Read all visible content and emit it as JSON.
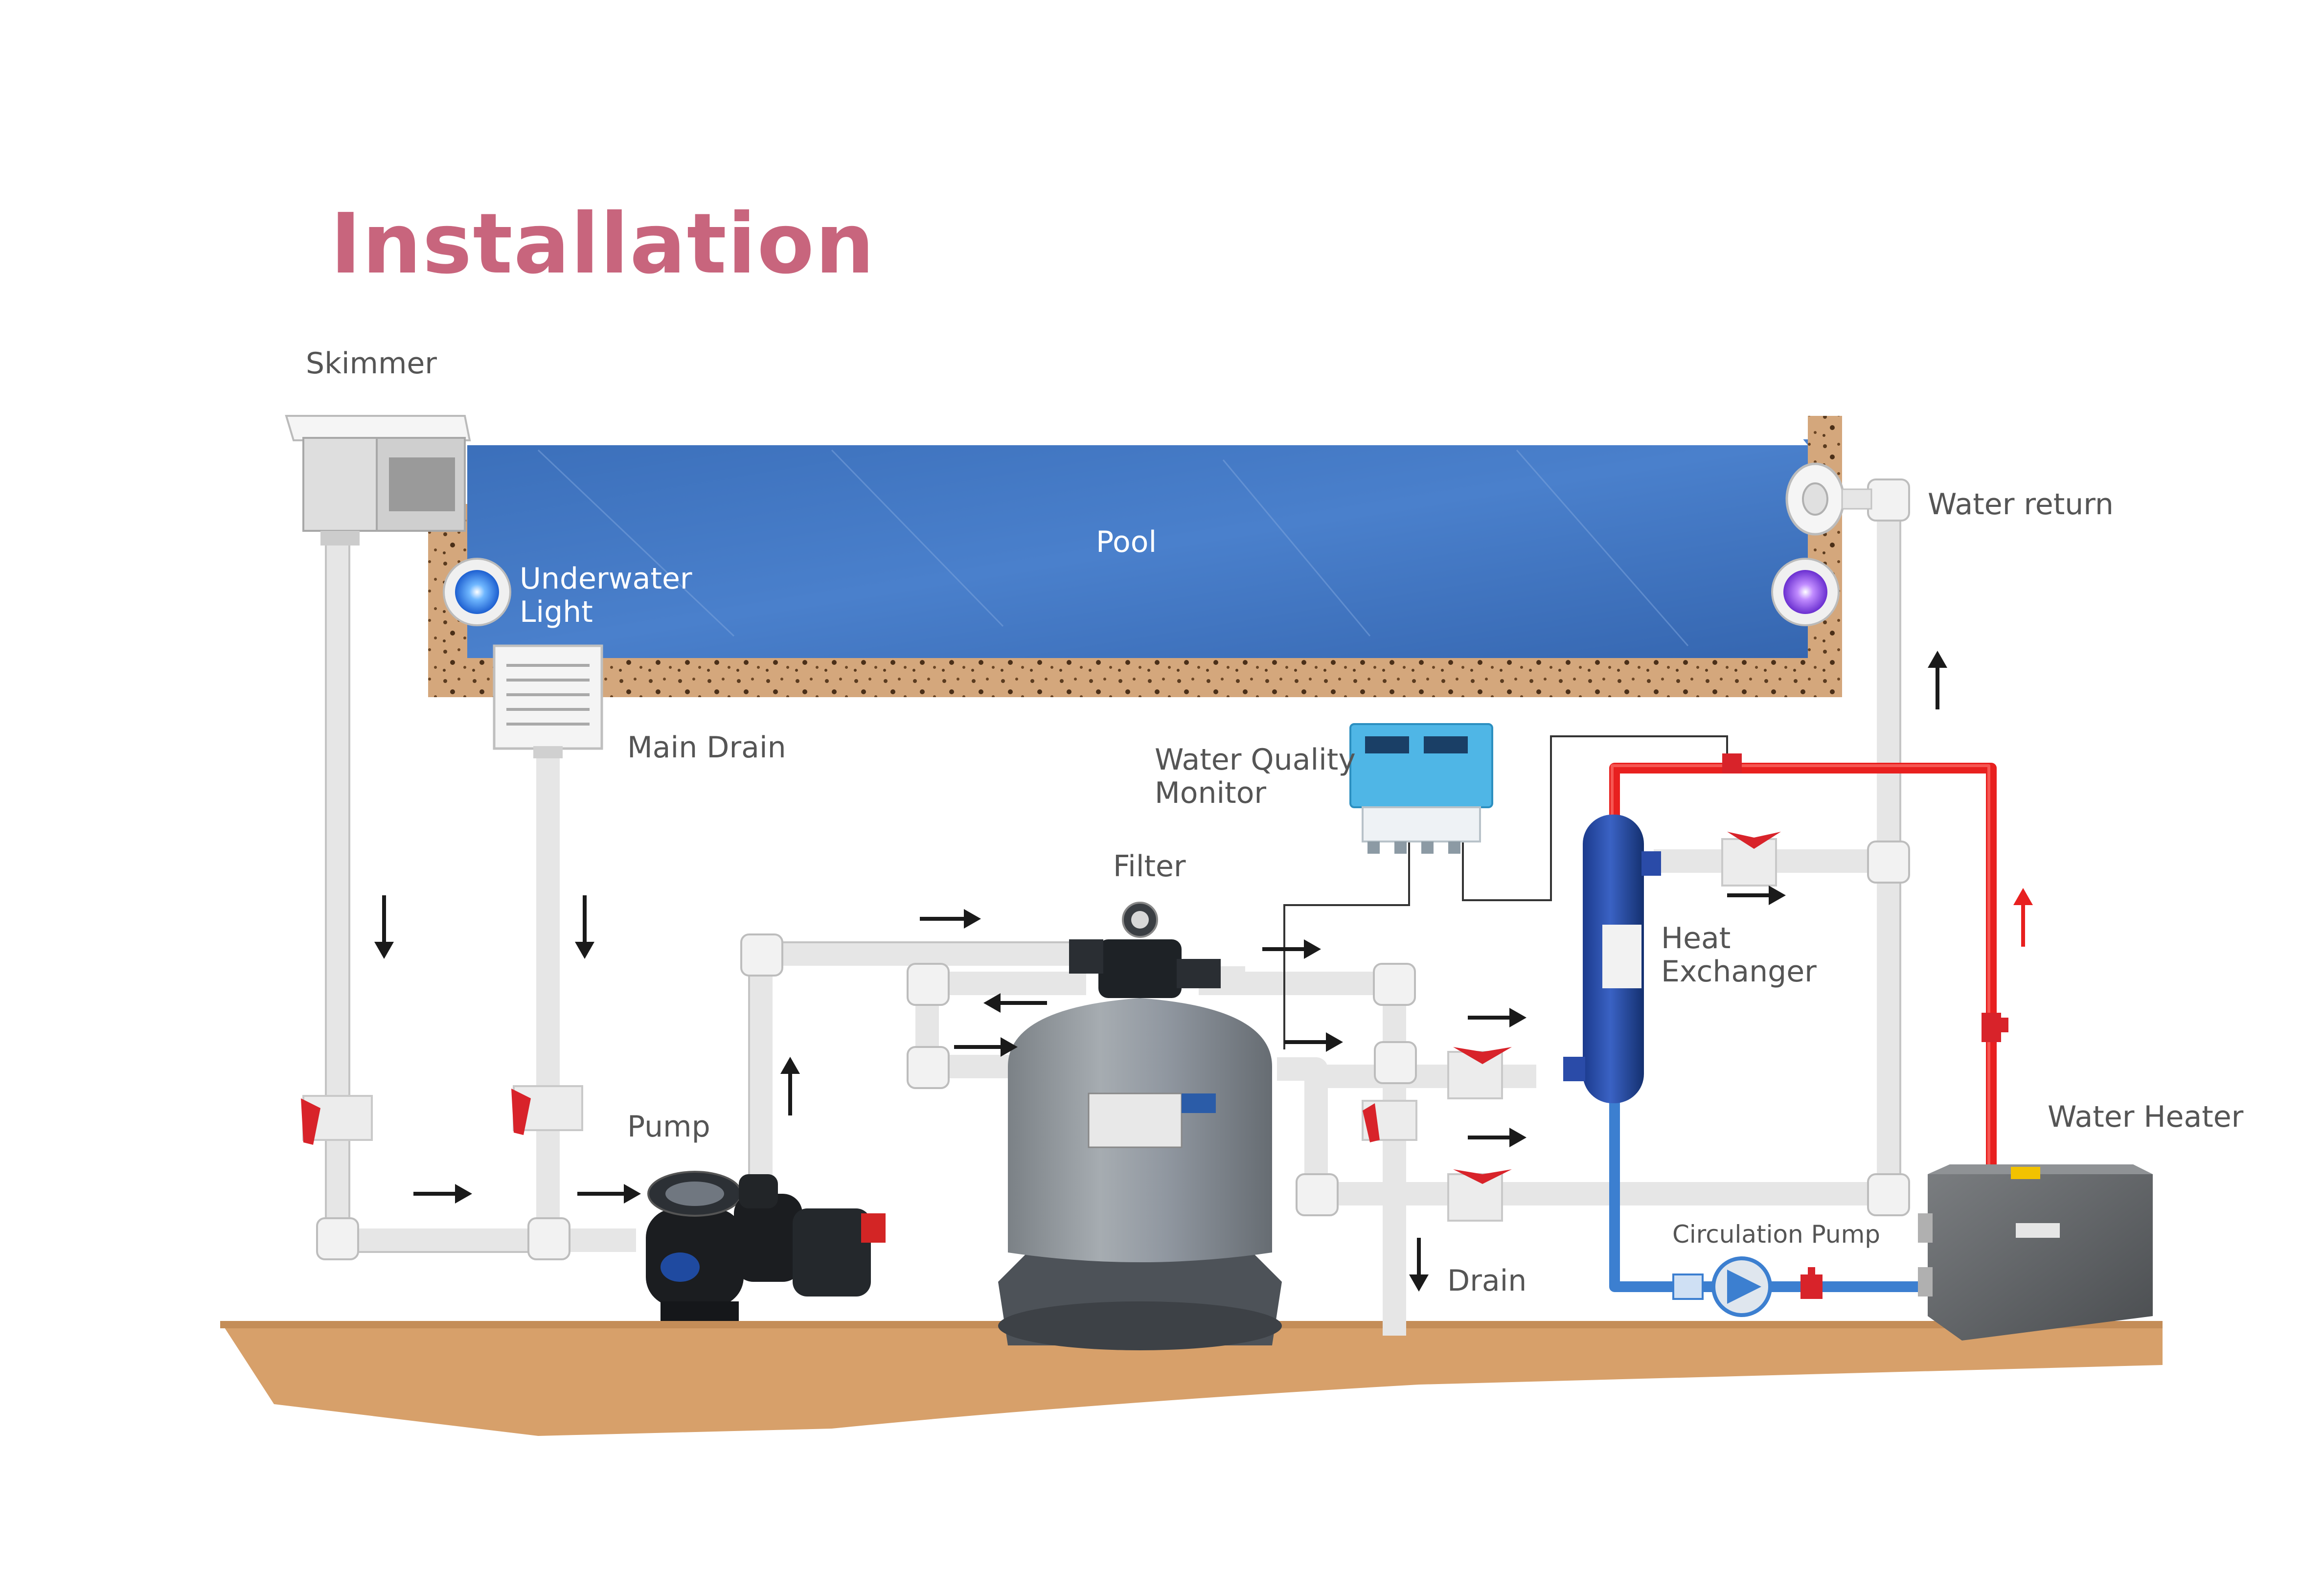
{
  "title": "Installation",
  "colors": {
    "title": "#c8657d",
    "pool_water": "#3f76c2",
    "pool_wall": "#d4a77c",
    "ground": "#d9a36a",
    "pipe": "#e9e9e9",
    "hot_pipe": "#e8201f",
    "cold_pipe": "#3c7fd0",
    "valve": "#d8232a",
    "arrow": "#1a1a1a"
  },
  "labels": {
    "skimmer": "Skimmer",
    "pool": "Pool",
    "underwater_light": "Underwater\nLight",
    "main_drain": "Main Drain",
    "water_return": "Water return",
    "water_quality_monitor": "Water Quality\nMonitor",
    "filter": "Filter",
    "heat_exchanger": "Heat\nExchanger",
    "pump": "Pump",
    "water_heater": "Water Heater",
    "circulation_pump": "Circulation Pump",
    "drain": "Drain"
  },
  "icons": [
    "skimmer-icon",
    "underwater-light-icon",
    "main-drain-grate-icon",
    "water-return-inlet-icon",
    "water-quality-monitor-icon",
    "filter-tank-icon",
    "pump-icon",
    "heat-exchanger-icon",
    "water-heater-icon",
    "circulation-pump-icon",
    "ball-valve-icon",
    "check-valve-icon",
    "flow-arrow-icon"
  ]
}
